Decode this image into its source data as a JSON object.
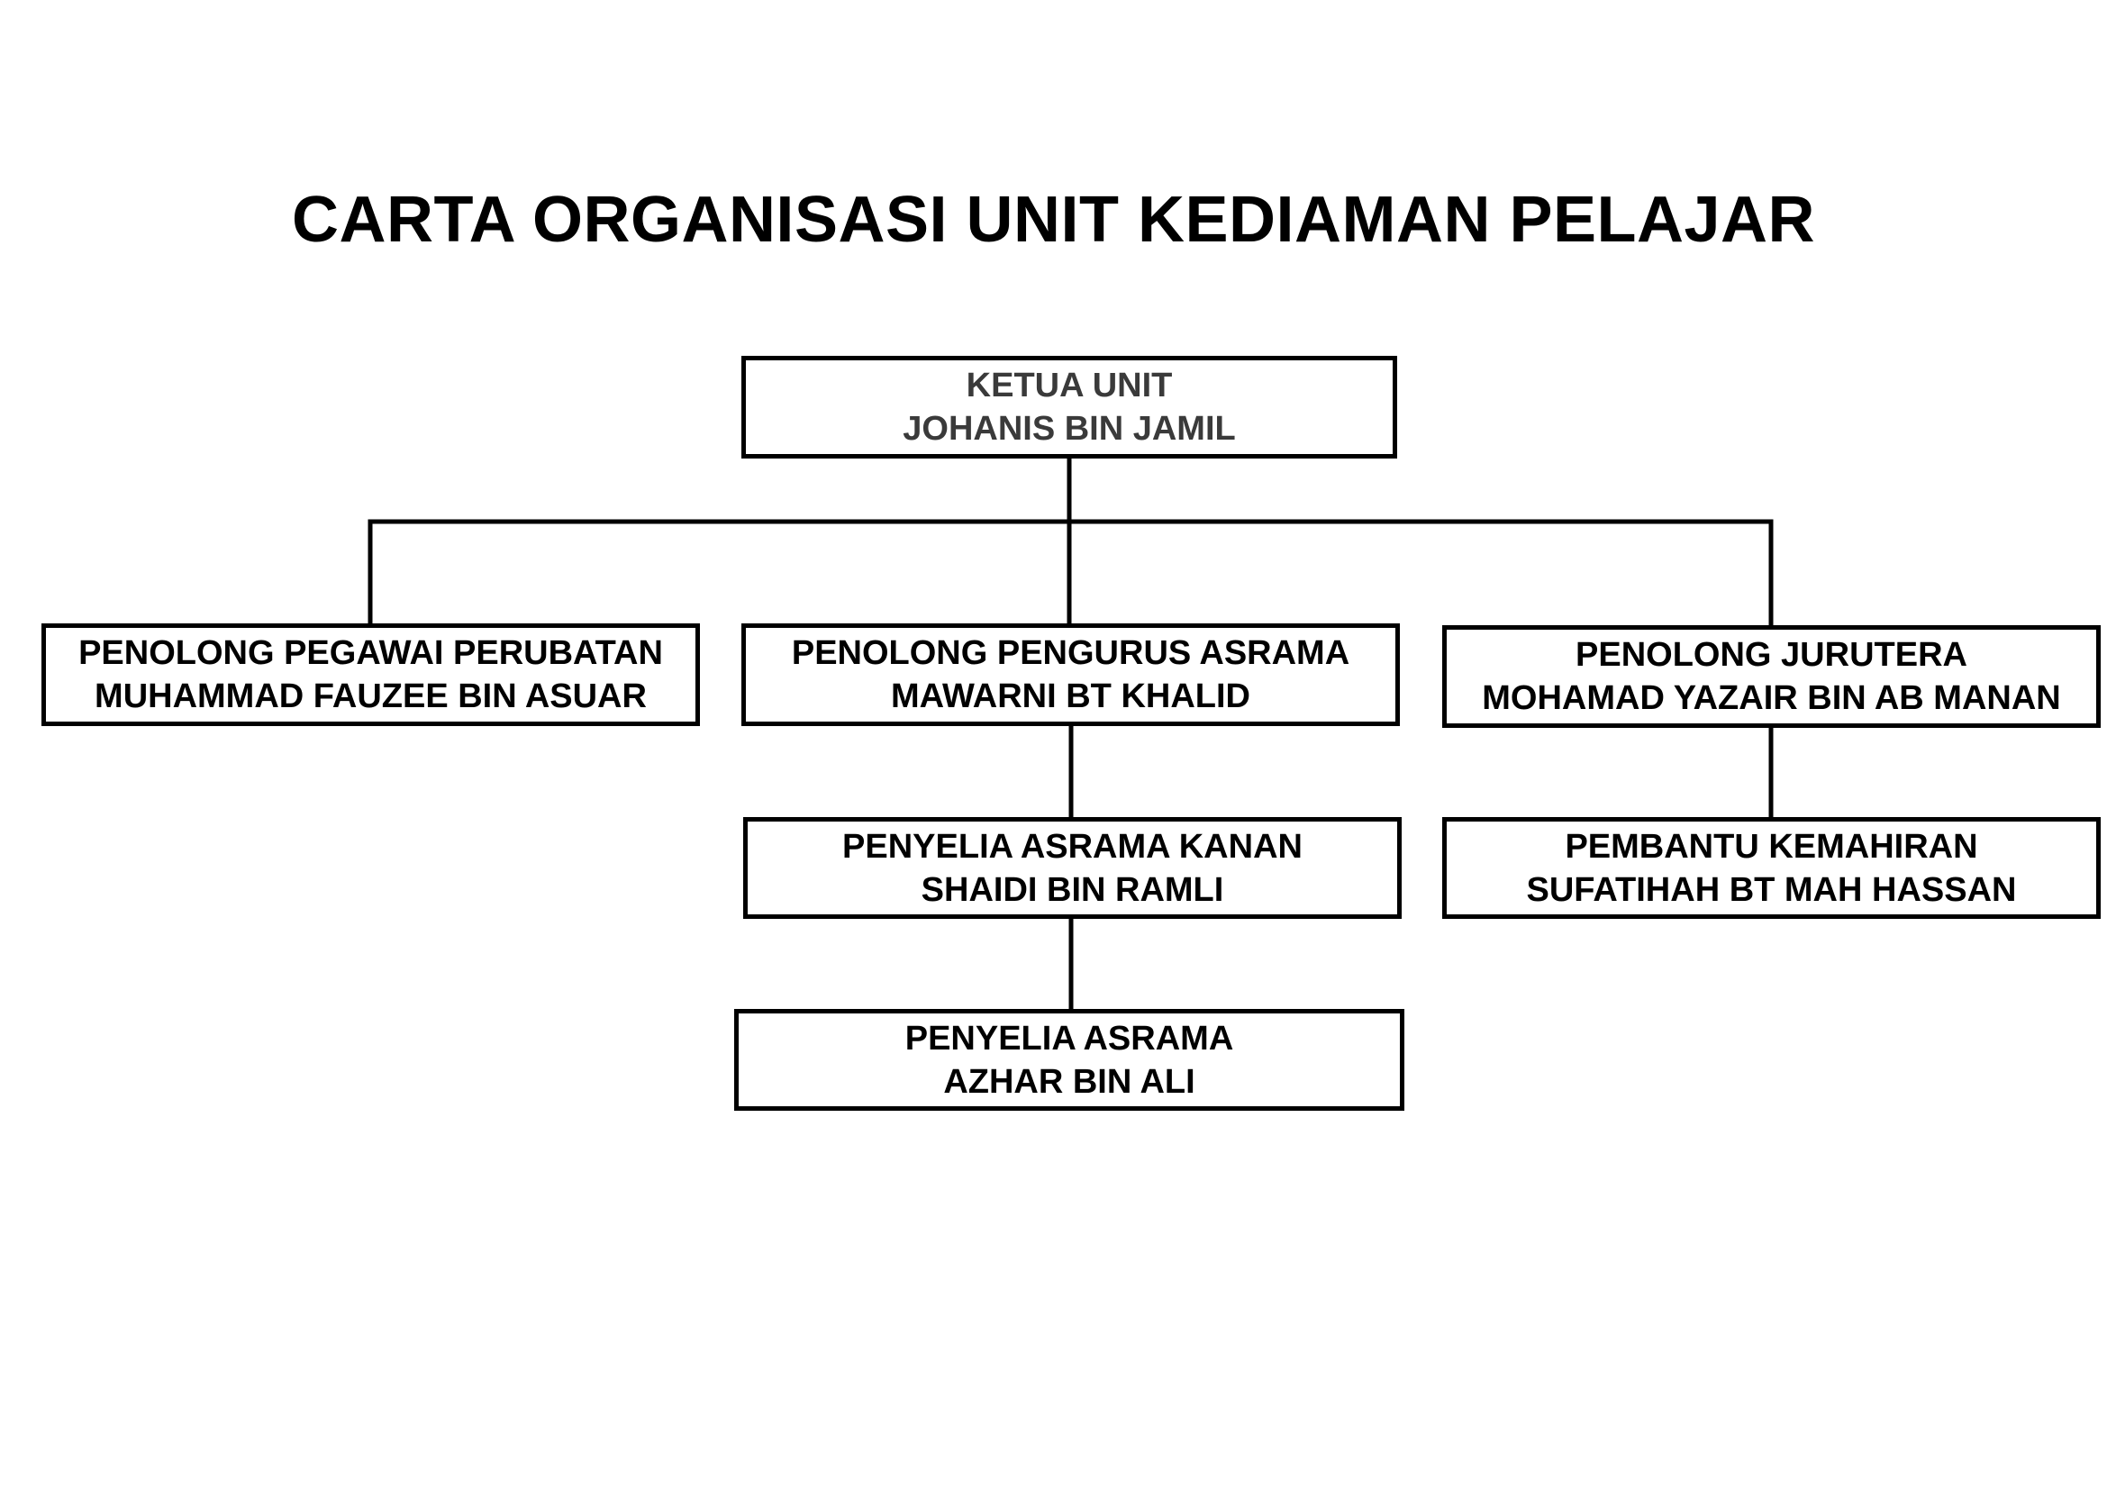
{
  "title": "CARTA ORGANISASI UNIT KEDIAMAN PELAJAR",
  "nodes": {
    "ketua": {
      "role": "KETUA UNIT",
      "name": "JOHANIS BIN JAMIL"
    },
    "perubatan": {
      "role": "PENOLONG PEGAWAI PERUBATAN",
      "name": "MUHAMMAD FAUZEE BIN ASUAR"
    },
    "asrama": {
      "role": "PENOLONG PENGURUS ASRAMA",
      "name": "MAWARNI BT KHALID"
    },
    "jurutera": {
      "role": "PENOLONG JURUTERA",
      "name": "MOHAMAD YAZAIR BIN AB MANAN"
    },
    "kanan": {
      "role": "PENYELIA ASRAMA KANAN",
      "name": "SHAIDI BIN RAMLI"
    },
    "kemahiran": {
      "role": "PEMBANTU KEMAHIRAN",
      "name": "SUFATIHAH BT MAH HASSAN"
    },
    "azhar": {
      "role": "PENYELIA ASRAMA",
      "name": "AZHAR BIN ALI"
    }
  },
  "edges": [
    {
      "from": "ketua",
      "to": "perubatan"
    },
    {
      "from": "ketua",
      "to": "asrama"
    },
    {
      "from": "ketua",
      "to": "jurutera"
    },
    {
      "from": "asrama",
      "to": "kanan"
    },
    {
      "from": "kanan",
      "to": "azhar"
    },
    {
      "from": "jurutera",
      "to": "kemahiran"
    }
  ],
  "colors": {
    "line": "#000000",
    "background": "#ffffff",
    "head_text": "#3a3a3a"
  }
}
